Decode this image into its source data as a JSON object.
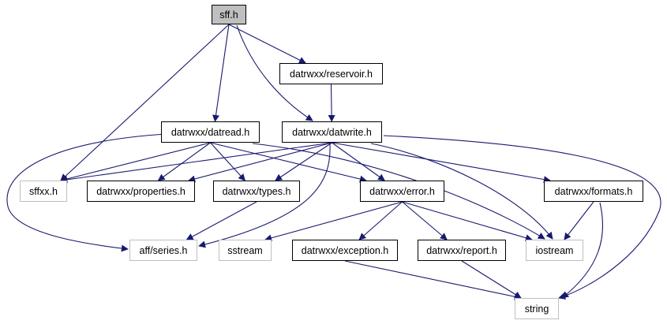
{
  "graph": {
    "edge_color": "#191970",
    "nodes": {
      "sff_h": "sff.h",
      "reservoir_h": "datrwxx/reservoir.h",
      "datread_h": "datrwxx/datread.h",
      "datwrite_h": "datrwxx/datwrite.h",
      "sffxx_h": "sffxx.h",
      "properties_h": "datrwxx/properties.h",
      "types_h": "datrwxx/types.h",
      "error_h": "datrwxx/error.h",
      "formats_h": "datrwxx/formats.h",
      "series_h": "aff/series.h",
      "sstream": "sstream",
      "exception_h": "datrwxx/exception.h",
      "report_h": "datrwxx/report.h",
      "iostream": "iostream",
      "string": "string"
    },
    "edges": [
      [
        "sff_h",
        "sffxx_h"
      ],
      [
        "sff_h",
        "datread_h"
      ],
      [
        "sff_h",
        "datwrite_h"
      ],
      [
        "sff_h",
        "reservoir_h"
      ],
      [
        "reservoir_h",
        "datwrite_h"
      ],
      [
        "datread_h",
        "sffxx_h"
      ],
      [
        "datread_h",
        "series_h"
      ],
      [
        "datread_h",
        "properties_h"
      ],
      [
        "datread_h",
        "types_h"
      ],
      [
        "datread_h",
        "error_h"
      ],
      [
        "datread_h",
        "iostream"
      ],
      [
        "datwrite_h",
        "sffxx_h"
      ],
      [
        "datwrite_h",
        "properties_h"
      ],
      [
        "datwrite_h",
        "types_h"
      ],
      [
        "datwrite_h",
        "error_h"
      ],
      [
        "datwrite_h",
        "series_h"
      ],
      [
        "datwrite_h",
        "formats_h"
      ],
      [
        "datwrite_h",
        "iostream"
      ],
      [
        "datwrite_h",
        "string"
      ],
      [
        "types_h",
        "series_h"
      ],
      [
        "error_h",
        "sstream"
      ],
      [
        "error_h",
        "exception_h"
      ],
      [
        "error_h",
        "report_h"
      ],
      [
        "error_h",
        "iostream"
      ],
      [
        "formats_h",
        "iostream"
      ],
      [
        "formats_h",
        "string"
      ],
      [
        "exception_h",
        "string"
      ],
      [
        "report_h",
        "string"
      ]
    ]
  }
}
